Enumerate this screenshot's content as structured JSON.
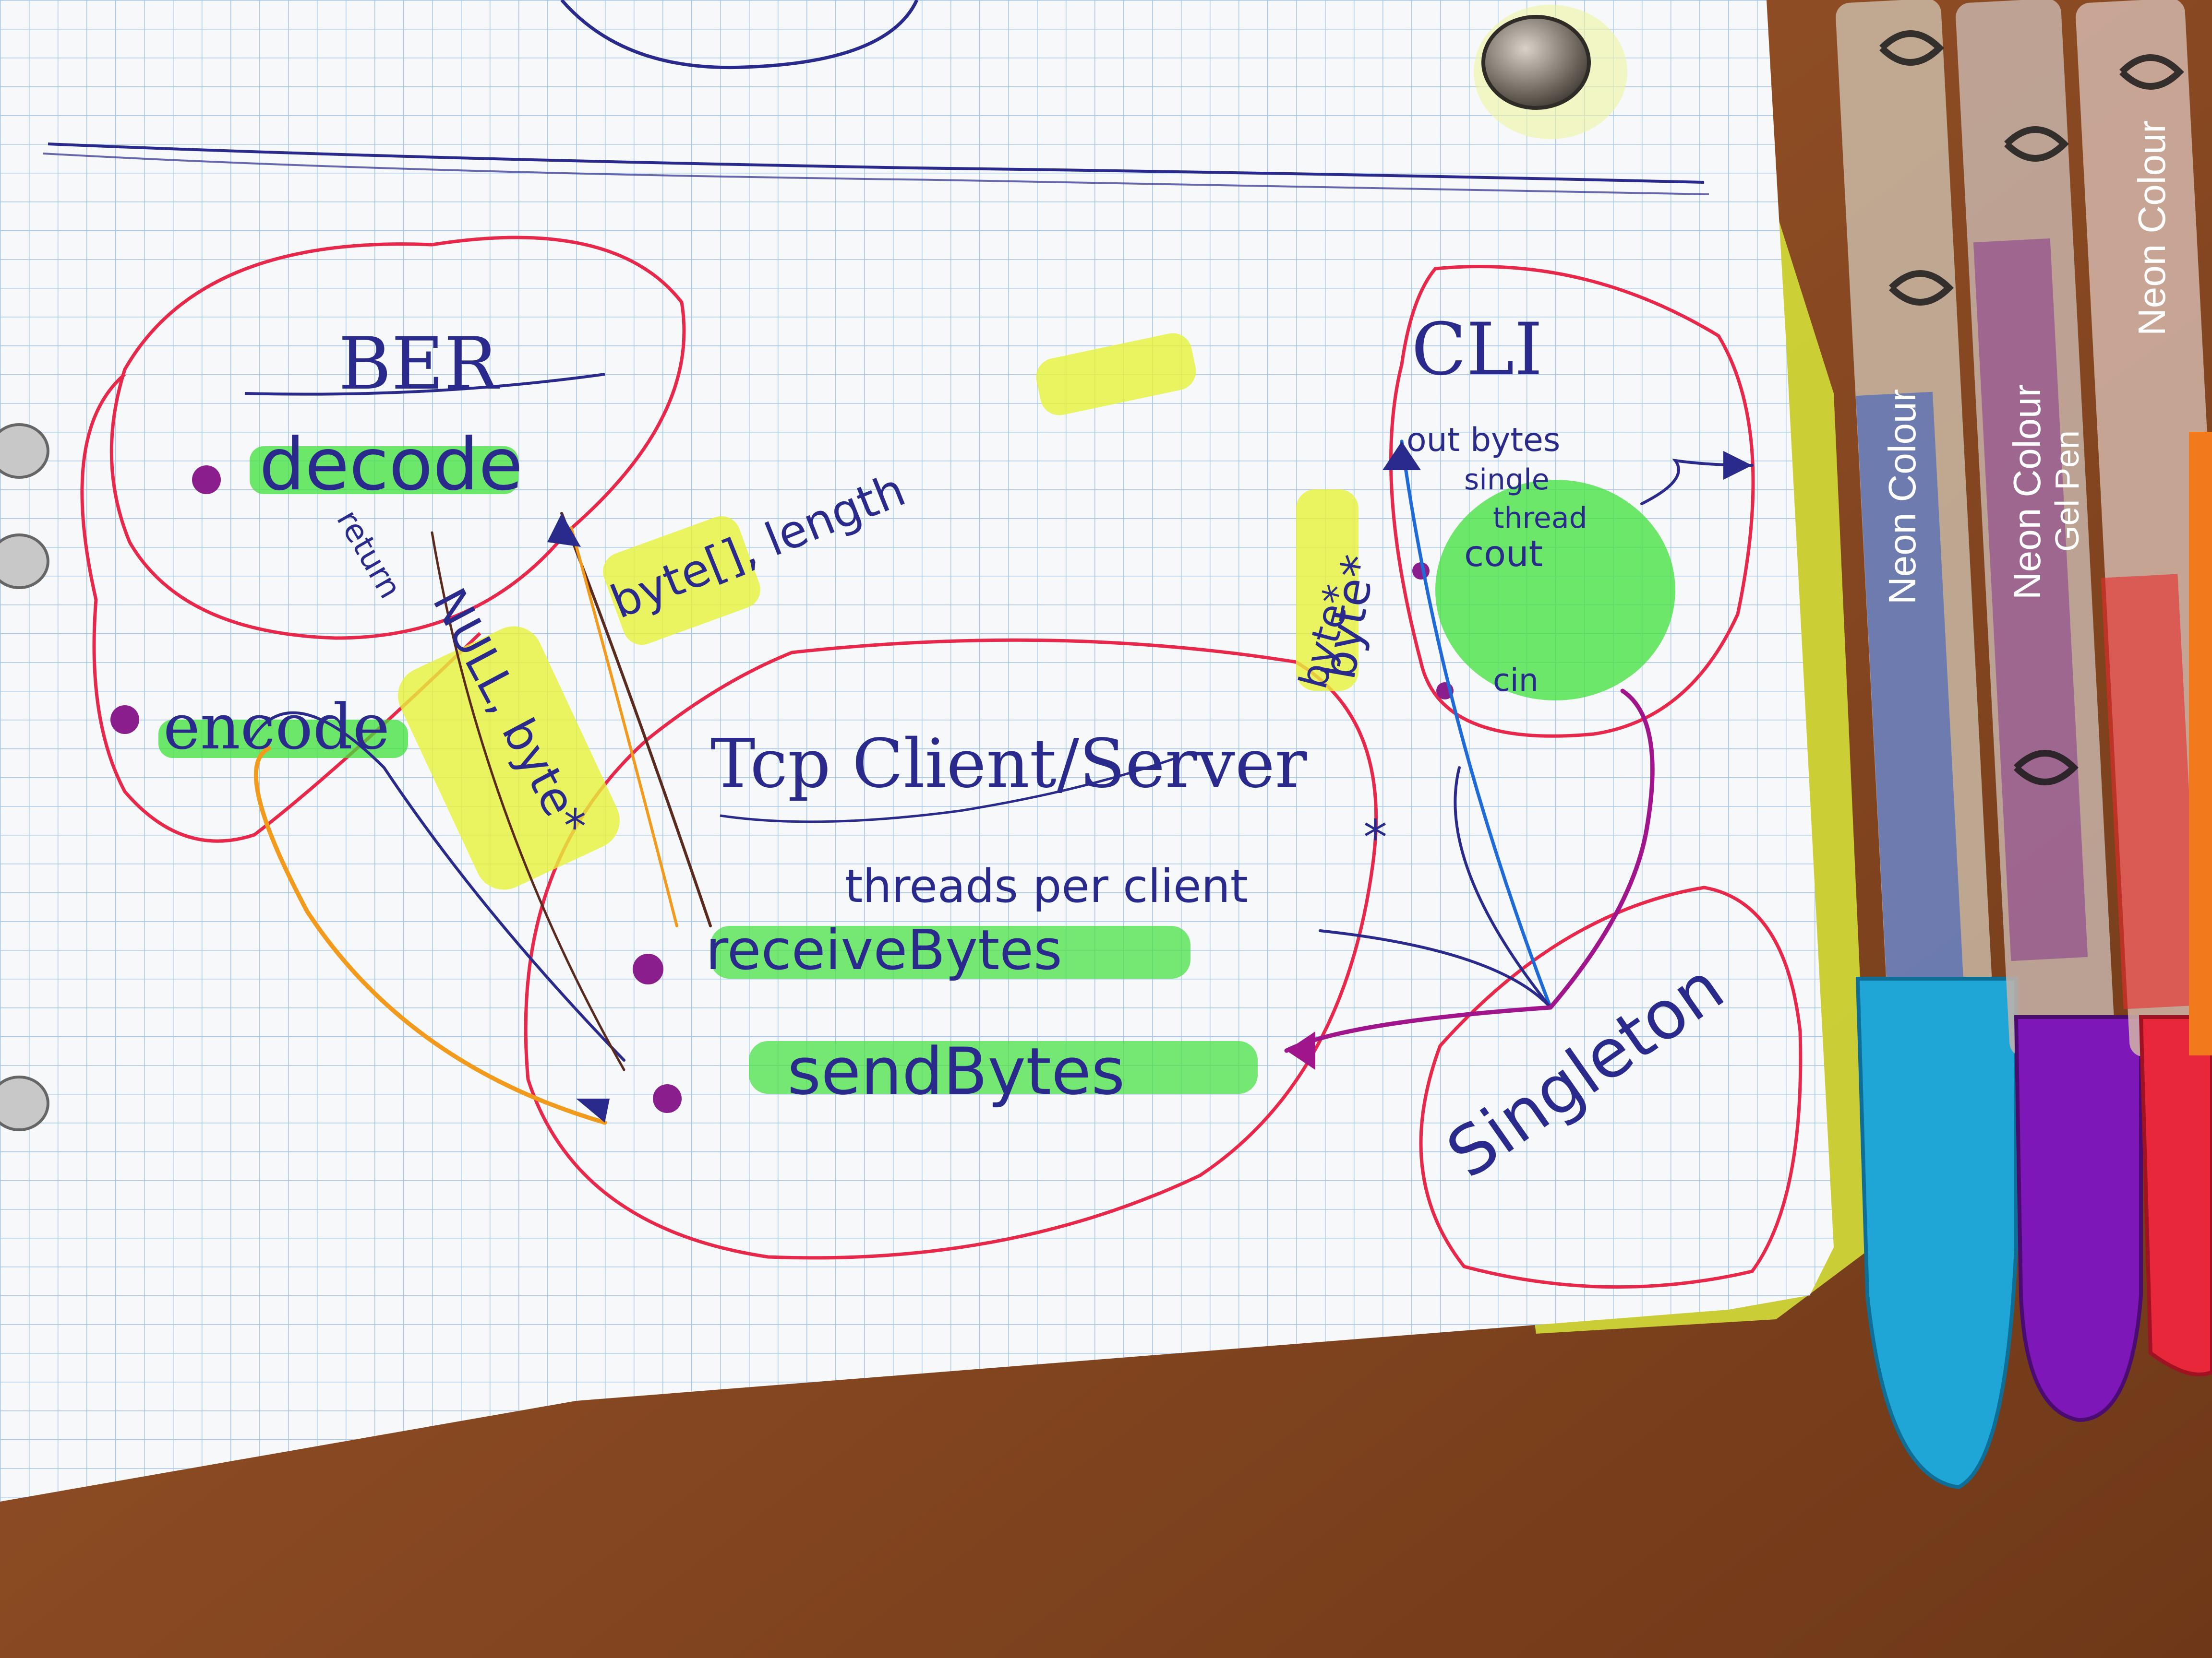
{
  "diagram": {
    "ber": {
      "title": "BER",
      "items": [
        "decode",
        "encode"
      ]
    },
    "cli": {
      "title": "CLI",
      "note_out": "out bytes",
      "note_single": "single",
      "note_thread": "thread",
      "items": [
        "cout",
        "cin"
      ]
    },
    "tcp": {
      "title": "Tcp Client/Server",
      "note": "threads per client",
      "items": [
        "receiveBytes",
        "sendBytes"
      ]
    },
    "singleton": {
      "title": "Singleton"
    },
    "edge_labels": {
      "return_label": "return",
      "null_byte": "NULL, byte*",
      "byte_array": "byte[], length",
      "byte_star": "byte*",
      "byte_star_right": "byte*",
      "asterisk": "*"
    }
  },
  "pens": {
    "brand": "Neon Colour",
    "type": "Gel Pen"
  },
  "colors": {
    "ink": "#2a2a8c",
    "red_ink": "#e8284a",
    "green_highlight": "#3fe13a",
    "yellow_highlight": "#e6f23a",
    "orange_ink": "#f29a1c",
    "purple_dot": "#8a1e8c",
    "paper": "#f6f8fa",
    "grid": "#a8c6e6"
  }
}
